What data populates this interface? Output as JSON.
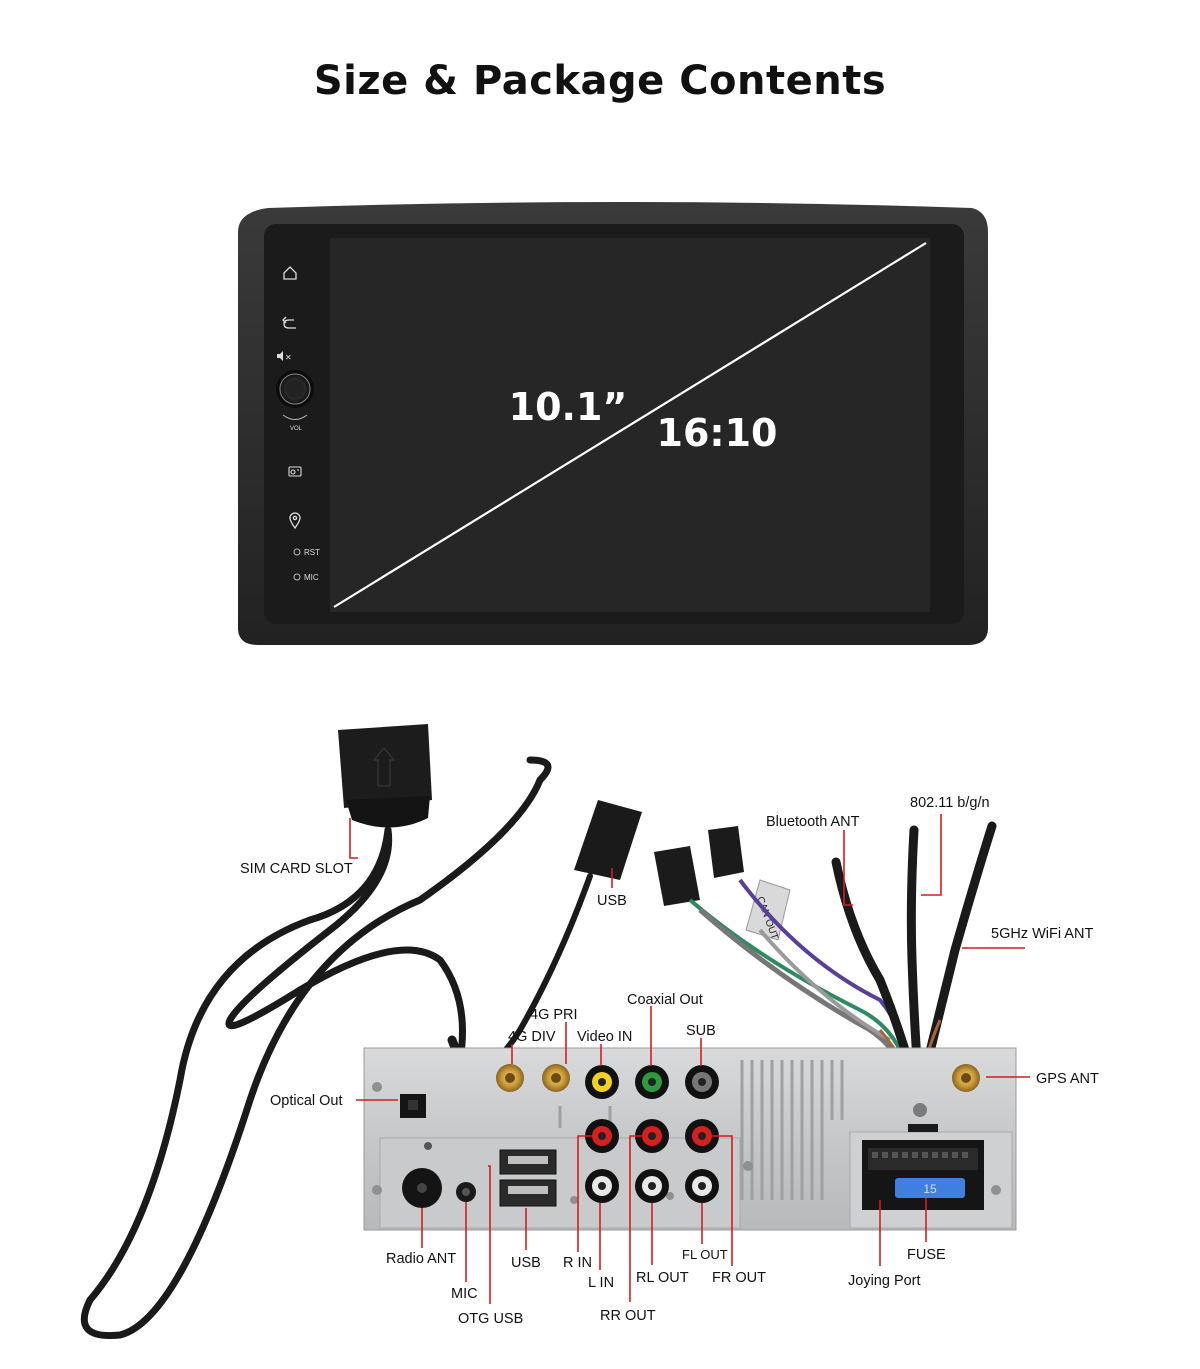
{
  "page": {
    "title": "Size & Package Contents"
  },
  "screen": {
    "size": "10.1”",
    "ratio": "16:10",
    "side_buttons": [
      {
        "name": "home-icon",
        "label": ""
      },
      {
        "name": "back-icon",
        "label": ""
      },
      {
        "name": "mute-icon",
        "label": ""
      },
      {
        "name": "volume-knob",
        "label": "VOL"
      },
      {
        "name": "radio-icon",
        "label": ""
      },
      {
        "name": "navigation-icon",
        "label": ""
      },
      {
        "name": "reset-button",
        "label": "RST"
      },
      {
        "name": "mic-hole",
        "label": "MIC"
      }
    ]
  },
  "connectors": {
    "sim_card_slot": "SIM CARD SLOT",
    "usb_top": "USB",
    "bluetooth_ant": "Bluetooth ANT",
    "wifi_24": "802.11 b/g/n",
    "wifi_5": "5GHz WiFi ANT",
    "gps_ant": "GPS ANT",
    "can_label": "CAN OUT",
    "g4_pri": "4G PRI",
    "g4_div": "4G DIV",
    "video_in": "Video IN",
    "coaxial_out": "Coaxial Out",
    "sub": "SUB",
    "optical_out": "Optical Out",
    "radio_ant": "Radio ANT",
    "mic": "MIC",
    "otg_usb": "OTG USB",
    "usb_bottom": "USB",
    "r_in": "R IN",
    "l_in": "L IN",
    "rr_out": "RR OUT",
    "rl_out": "RL OUT",
    "fl_out": "FL OUT",
    "fr_out": "FR OUT",
    "joying_port": "Joying Port",
    "fuse": "FUSE",
    "fuse_rating": "15"
  }
}
